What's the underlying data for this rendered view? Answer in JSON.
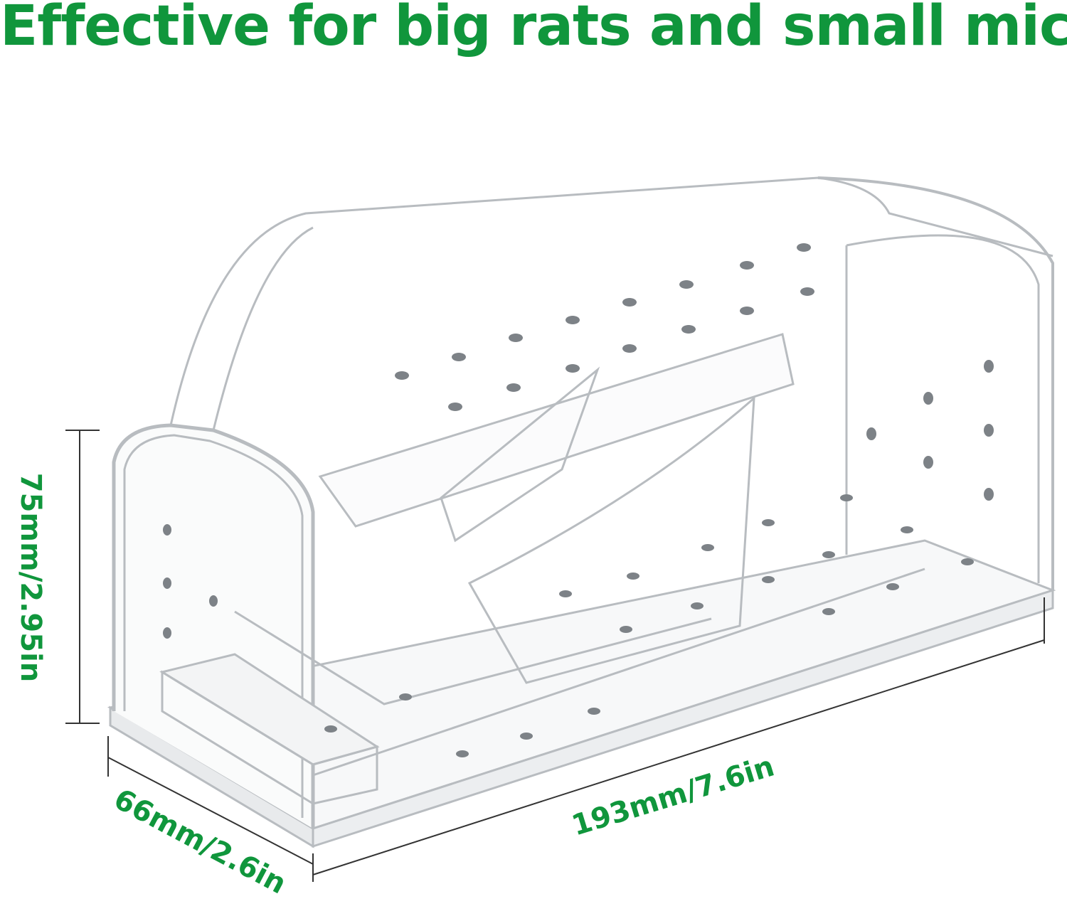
{
  "headline": "Effective for big rats and small mice",
  "dimensions": {
    "height": "75mm/2.95in",
    "depth": "66mm/2.6in",
    "length": "193mm/7.6in"
  },
  "colors": {
    "accent": "#10963c",
    "line": "#333333",
    "trap_edge": "#b8bcc0"
  }
}
